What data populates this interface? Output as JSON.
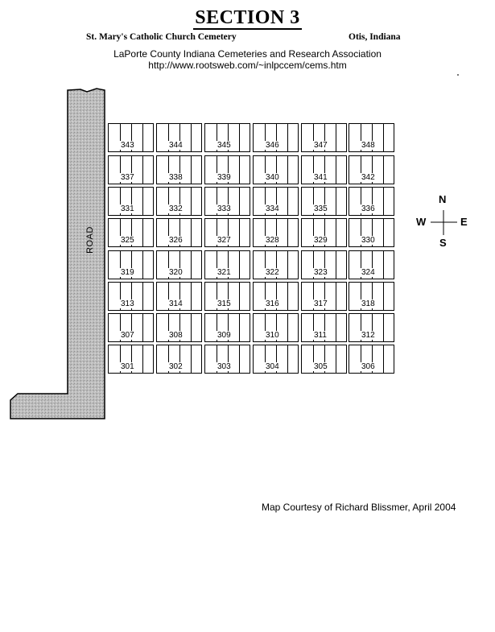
{
  "header": {
    "title": "SECTION 3",
    "cemetery": "St. Mary's Catholic Church Cemetery",
    "location": "Otis, Indiana",
    "association": "LaPorte County Indiana Cemeteries and Research Association",
    "url": "http://www.rootsweb.com/~inlpccem/cems.htm"
  },
  "road": {
    "label": "ROAD"
  },
  "compass": {
    "north": "N",
    "south": "S",
    "east": "E",
    "west": "W"
  },
  "plots": [
    [
      "343",
      "344",
      "345",
      "346",
      "347",
      "348"
    ],
    [
      "337",
      "338",
      "339",
      "340",
      "341",
      "342"
    ],
    [
      "331",
      "332",
      "333",
      "334",
      "335",
      "336"
    ],
    [
      "325",
      "326",
      "327",
      "328",
      "329",
      "330"
    ],
    [
      "319",
      "320",
      "321",
      "322",
      "323",
      "324"
    ],
    [
      "313",
      "314",
      "315",
      "316",
      "317",
      "318"
    ],
    [
      "307",
      "308",
      "309",
      "310",
      "311",
      "312"
    ],
    [
      "301",
      "302",
      "303",
      "304",
      "305",
      "306"
    ]
  ],
  "credit": "Map Courtesy of Richard Blissmer, April 2004"
}
